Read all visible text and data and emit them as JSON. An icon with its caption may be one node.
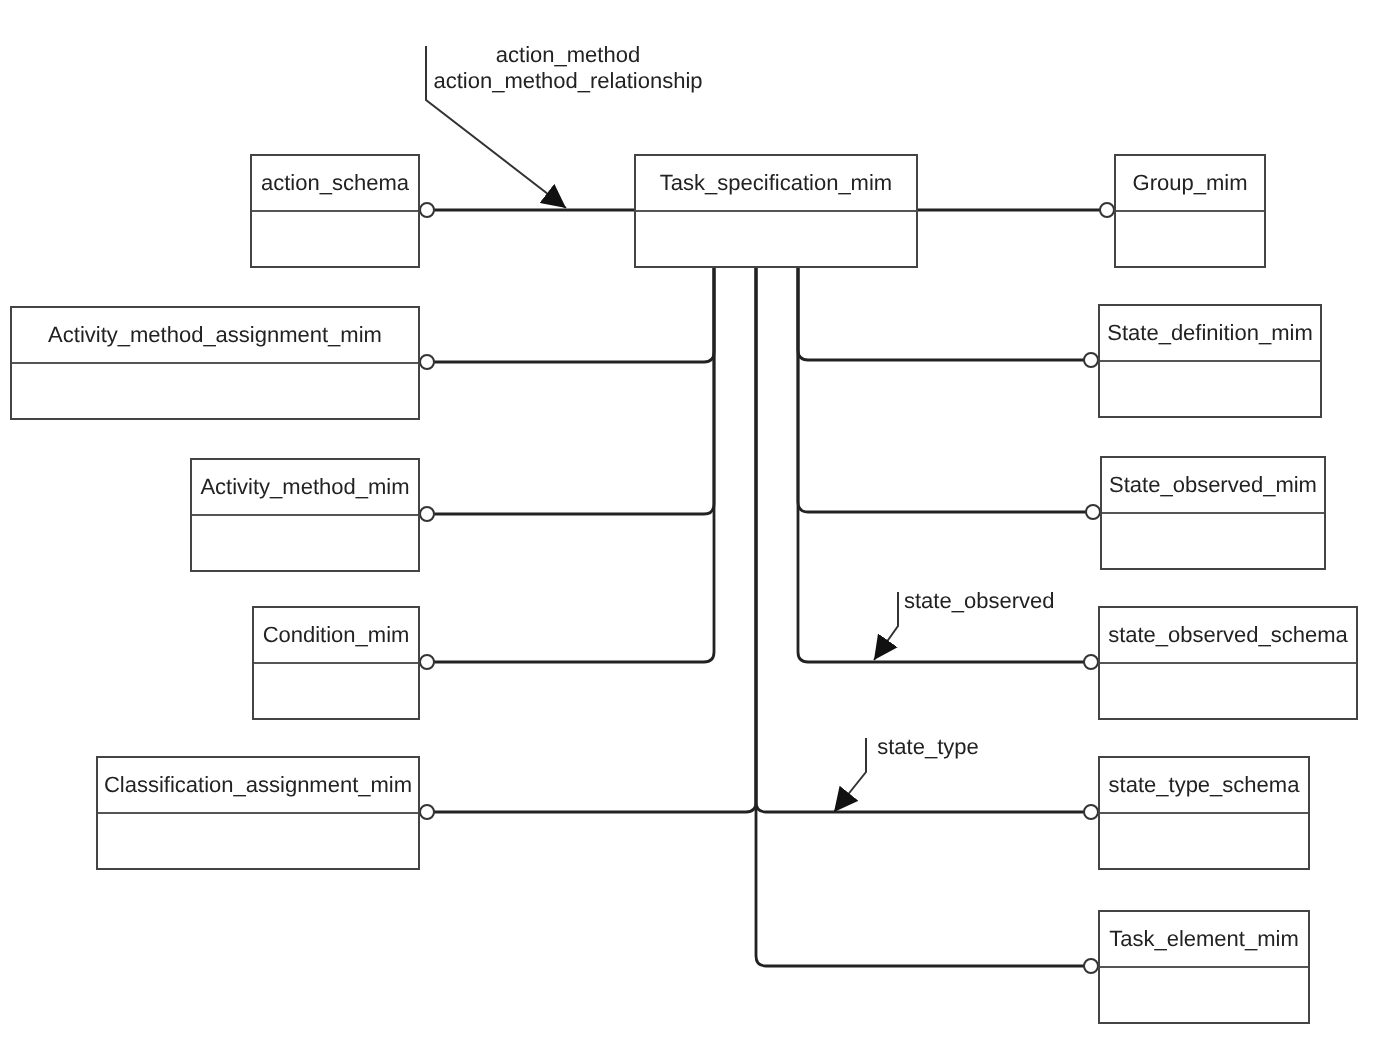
{
  "diagram": {
    "nodes": [
      {
        "text": [
          "Task_specification_mim"
        ]
      },
      {
        "text": [
          "action_schema"
        ]
      },
      {
        "text": [
          "Group_mim"
        ]
      },
      {
        "text": [
          "Activity_method_assignment_mim"
        ]
      },
      {
        "text": [
          "State_definition_mim"
        ]
      },
      {
        "text": [
          "Activity_method_mim"
        ]
      },
      {
        "text": [
          "State_observed_mim"
        ]
      },
      {
        "text": [
          "Condition_mim"
        ]
      },
      {
        "text": [
          "state_observed_schema"
        ]
      },
      {
        "text": [
          "Classification_assignment_mim"
        ]
      },
      {
        "text": [
          "state_type_schema"
        ]
      },
      {
        "text": [
          "Task_element_mim"
        ]
      },
      {
        "text": [
          "action_method",
          "action_method_relationship"
        ]
      },
      {
        "text": [
          "state_observed"
        ]
      },
      {
        "text": [
          "state_type"
        ]
      }
    ],
    "edges": [
      {
        "from": 0,
        "to": 1,
        "arrow": "other"
      },
      {
        "from": 0,
        "to": 2,
        "arrow": "other"
      },
      {
        "from": 0,
        "to": 3,
        "arrow": "other"
      },
      {
        "from": 0,
        "to": 4,
        "arrow": "other"
      },
      {
        "from": 0,
        "to": 5,
        "arrow": "other"
      },
      {
        "from": 0,
        "to": 6,
        "arrow": "other"
      },
      {
        "from": 0,
        "to": 7,
        "arrow": "other"
      },
      {
        "from": 0,
        "to": 8,
        "arrow": "other"
      },
      {
        "from": 0,
        "to": 9,
        "arrow": "other"
      },
      {
        "from": 0,
        "to": 10,
        "arrow": "other"
      },
      {
        "from": 0,
        "to": 11,
        "arrow": "other"
      },
      {
        "from": 12,
        "to": null,
        "arrow": "to"
      },
      {
        "from": 13,
        "to": null,
        "arrow": "to"
      },
      {
        "from": 14,
        "to": null,
        "arrow": "to"
      }
    ]
  }
}
